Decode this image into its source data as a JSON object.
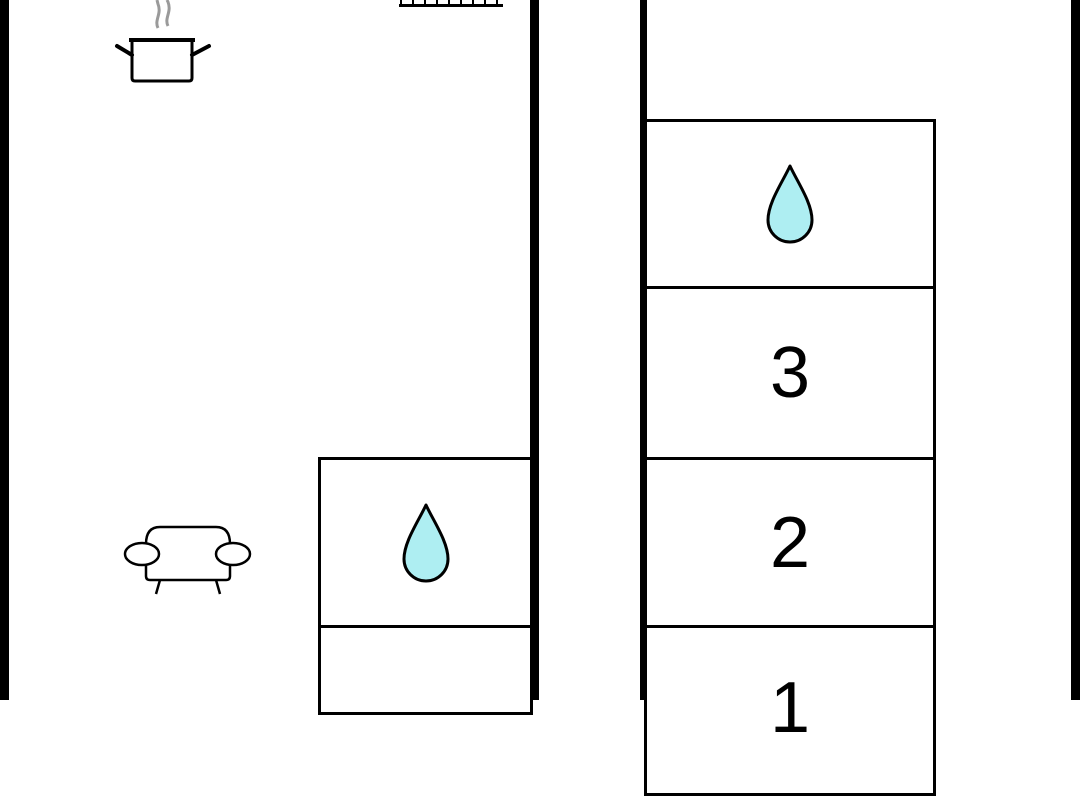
{
  "diagram": {
    "colors": {
      "line": "#000000",
      "background": "#ffffff",
      "water": "#aeeef2",
      "steam": "#9a9a9a"
    },
    "icons": {
      "pot": "cooking-pot-icon",
      "radiator": "radiator-icon",
      "sofa": "sofa-icon",
      "water_drop": "water-drop-icon"
    },
    "right_stack": {
      "cells": [
        {
          "kind": "water",
          "label": ""
        },
        {
          "kind": "number",
          "label": "3"
        },
        {
          "kind": "number",
          "label": "2"
        },
        {
          "kind": "number",
          "label": "1"
        }
      ]
    },
    "left_stack": {
      "cells": [
        {
          "kind": "water",
          "label": ""
        },
        {
          "kind": "empty",
          "label": ""
        }
      ]
    }
  }
}
